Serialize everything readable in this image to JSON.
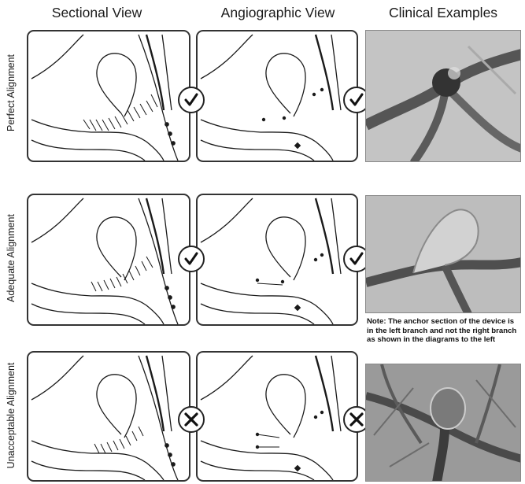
{
  "columns": {
    "sectional": "Sectional View",
    "angiographic": "Angiographic View",
    "clinical": "Clinical Examples"
  },
  "rows": [
    {
      "label": "Perfect Alignment",
      "status": "check",
      "status_icon": "check-mark-icon"
    },
    {
      "label": "Adequate Alignment",
      "status": "check",
      "status_icon": "check-mark-icon"
    },
    {
      "label": "Unacceptable Alignment",
      "status": "cross",
      "status_icon": "x-mark-icon"
    }
  ],
  "note": "Note: The anchor section of the device is in the left branch and not the right branch as shown in the diagrams to the left",
  "colors": {
    "line": "#1a1a1a",
    "panel_border": "#333333",
    "photo_background": "#b8b8b8",
    "vessel": "#4a4a4a"
  }
}
